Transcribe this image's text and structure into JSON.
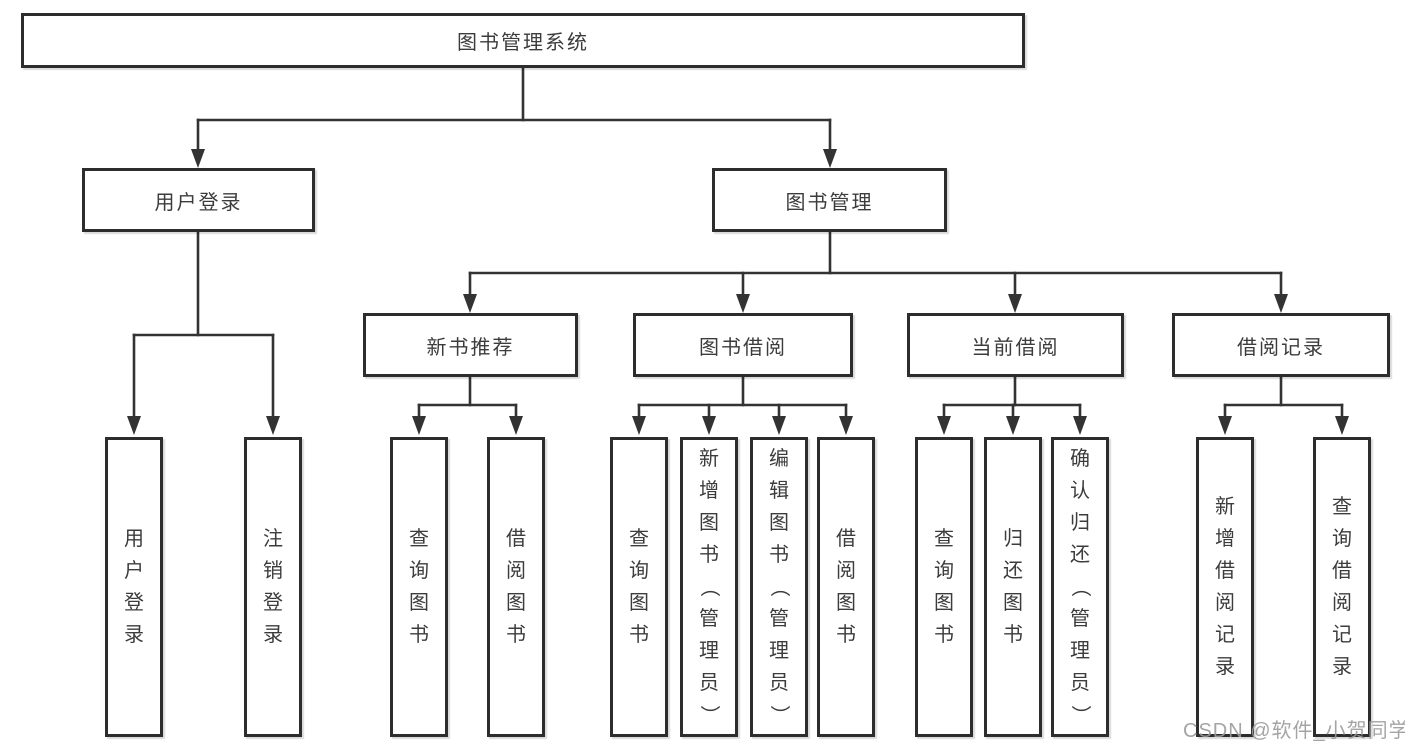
{
  "tree": {
    "root": "图书管理系统",
    "branches": [
      {
        "label": "用户登录",
        "leaves": [
          "用户登录",
          "注销登录"
        ]
      },
      {
        "label": "图书管理",
        "sections": [
          {
            "label": "新书推荐",
            "leaves": [
              "查询图书",
              "借阅图书"
            ]
          },
          {
            "label": "图书借阅",
            "leaves": [
              "查询图书",
              "新增图书（管理员）",
              "编辑图书（管理员）",
              "借阅图书"
            ]
          },
          {
            "label": "当前借阅",
            "leaves": [
              "查询图书",
              "归还图书",
              "确认归还（管理员）"
            ]
          },
          {
            "label": "借阅记录",
            "leaves": [
              "新增借阅记录",
              "查询借阅记录"
            ]
          }
        ]
      }
    ]
  },
  "watermark": {
    "text": "CSDN @软件_小贺同学"
  },
  "colors": {
    "line": "#333333",
    "border": "#2d2d2d",
    "text": "#3c3c3c",
    "background": "#ffffff",
    "watermark": "#9b9b9b"
  }
}
